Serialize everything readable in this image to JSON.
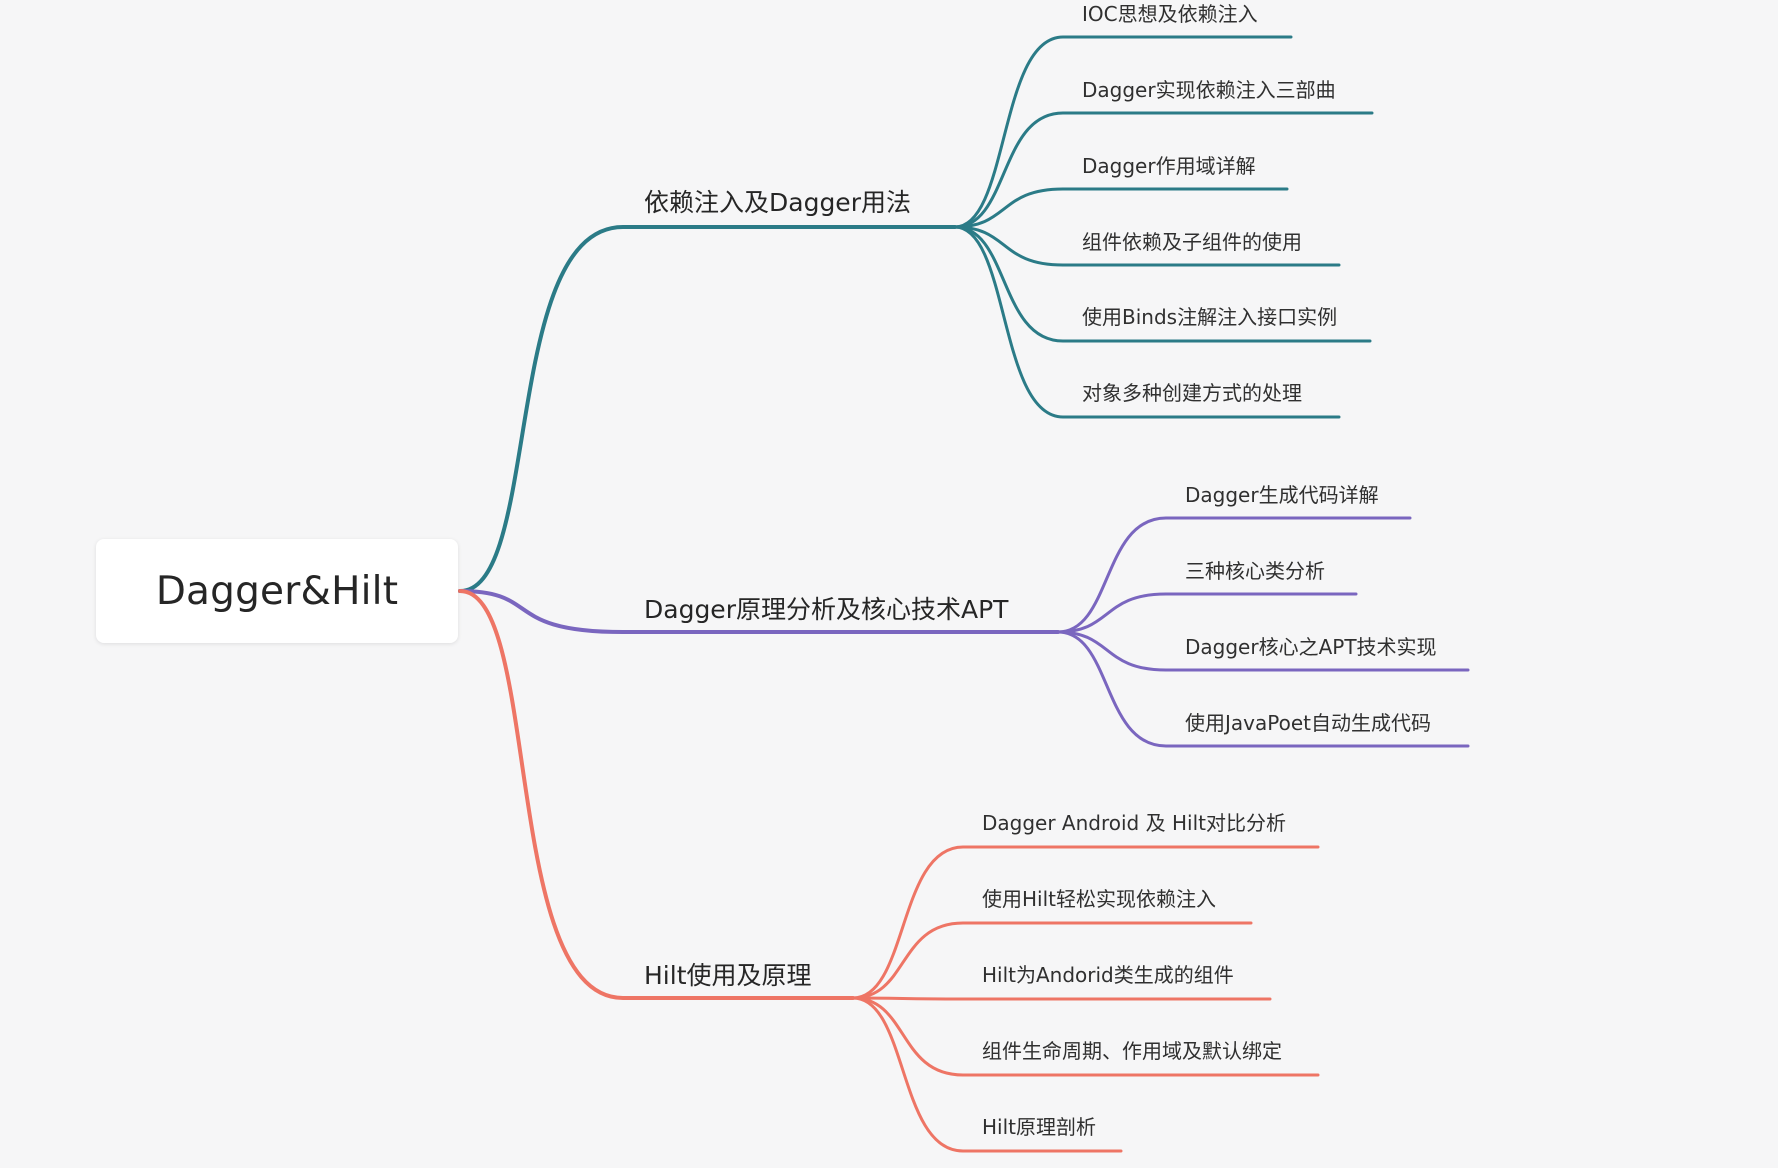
{
  "root": {
    "label": "Dagger&Hilt"
  },
  "colors": {
    "background": "#f6f6f7",
    "teal": "#2b7b87",
    "purple": "#7a66bf",
    "coral": "#ee7565"
  },
  "branches": [
    {
      "label": "依赖注入及Dagger用法",
      "color": "#2b7b87",
      "children": [
        "IOC思想及依赖注入",
        "Dagger实现依赖注入三部曲",
        "Dagger作用域详解",
        "组件依赖及子组件的使用",
        "使用Binds注解注入接口实例",
        "对象多种创建方式的处理"
      ]
    },
    {
      "label": "Dagger原理分析及核心技术APT",
      "color": "#7a66bf",
      "children": [
        "Dagger生成代码详解",
        "三种核心类分析",
        "Dagger核心之APT技术实现",
        "使用JavaPoet自动生成代码"
      ]
    },
    {
      "label": "Hilt使用及原理",
      "color": "#ee7565",
      "children": [
        "Dagger Android 及 Hilt对比分析",
        "使用Hilt轻松实现依赖注入",
        "Hilt为Andorid类生成的组件",
        "组件生命周期、作用域及默认绑定",
        "Hilt原理剖析"
      ]
    }
  ]
}
